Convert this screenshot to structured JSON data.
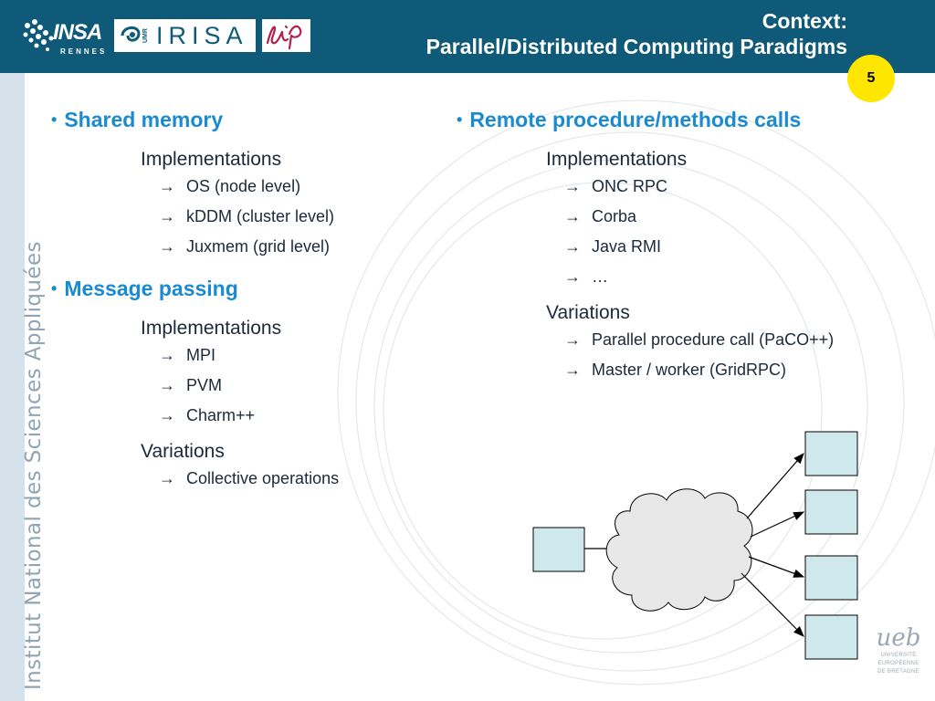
{
  "header": {
    "title_line1": "Context:",
    "title_line2": "Parallel/Distributed Computing Paradigms",
    "page_number": "5",
    "logos": {
      "insa_name": "INSA",
      "insa_city": "RENNES",
      "irisa_umr": "UMR",
      "irisa_word": "IRISA",
      "lip": "Lip"
    }
  },
  "sidebar": {
    "text": "Institut National des Sciences Appliquées"
  },
  "left": {
    "shared": {
      "heading": "Shared memory",
      "impl_label": "Implementations",
      "items": [
        "OS (node level)",
        "kDDM (cluster level)",
        "Juxmem (grid level)"
      ]
    },
    "message": {
      "heading": "Message passing",
      "impl_label": "Implementations",
      "items": [
        "MPI",
        "PVM",
        "Charm++"
      ],
      "var_label": "Variations",
      "var_items": [
        "Collective operations"
      ]
    }
  },
  "right": {
    "rpc": {
      "heading": "Remote procedure/methods calls",
      "impl_label": "Implementations",
      "items": [
        "ONC RPC",
        "Corba",
        "Java RMI",
        "…"
      ],
      "var_label": "Variations",
      "var_items": [
        "Parallel procedure call (PaCO++)",
        "Master / worker (GridRPC)"
      ]
    }
  },
  "footer_logo": {
    "mark": "ueb",
    "line1": "UNIVERSITÉ",
    "line2": "EUROPÉENNE",
    "line3": "DE BRETAGNE"
  },
  "symbols": {
    "bullet": "•",
    "arrow": "→"
  },
  "colors": {
    "header_bg": "#0e5a78",
    "accent": "#1a8ad1",
    "badge": "#ffe600",
    "box_fill": "#cfe8ec"
  }
}
